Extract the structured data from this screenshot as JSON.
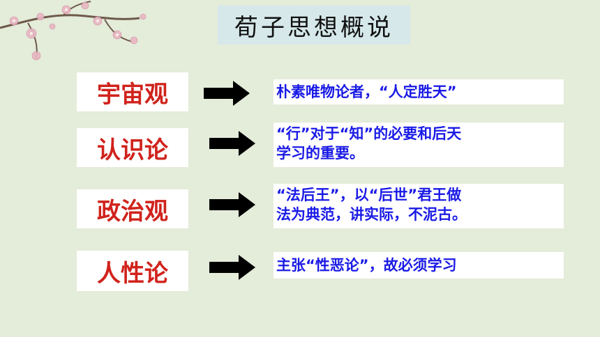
{
  "title": "荀子思想概说",
  "rows": [
    {
      "label": "宇宙观",
      "desc": [
        "朴素唯物论者，“人定胜天”"
      ]
    },
    {
      "label": "认识论",
      "desc": [
        "“行”对于“知”的必要和后天",
        "学习的重要。"
      ]
    },
    {
      "label": "政治观",
      "desc": [
        "“法后王”，以“后世”君王做",
        "法为典范，讲实际，不泥古。"
      ]
    },
    {
      "label": "人性论",
      "desc": [
        "主张“性恶论”，故必须学习"
      ]
    }
  ],
  "colors": {
    "background": "#e4ecda",
    "title_box": "#d6e8ea",
    "label_text": "#d0231c",
    "desc_text": "#1a1ae6",
    "arrow": "#000000"
  },
  "icons": [
    "plum-blossom-branch-decoration",
    "right-arrow-icon"
  ]
}
